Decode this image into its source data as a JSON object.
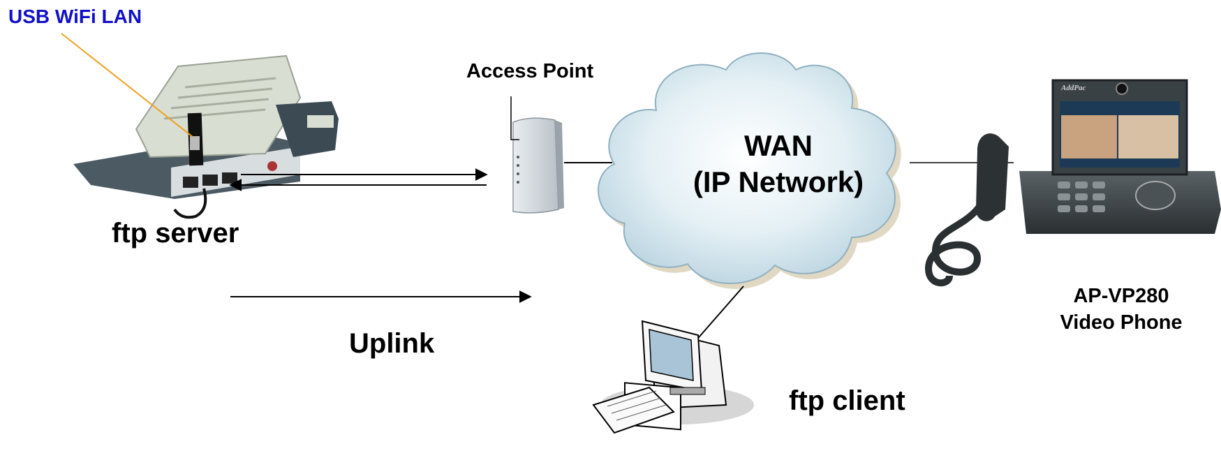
{
  "labels": {
    "usb_wifi_lan": "USB WiFi LAN",
    "access_point": "Access Point",
    "wan_line1": "WAN",
    "wan_line2": "(IP Network)",
    "ftp_server": "ftp server",
    "uplink": "Uplink",
    "ftp_client": "ftp client",
    "phone_line1": "AP-VP280",
    "phone_line2": "Video Phone",
    "phone_brand": "AddPac"
  },
  "colors": {
    "usb_label": "#1010c8",
    "usb_pointer": "#f0a020",
    "cloud_fill": "#dcebf2",
    "connector": "#000000"
  },
  "icons": [
    "pos-terminal-icon",
    "access-point-icon",
    "cloud-icon",
    "desktop-computer-icon",
    "video-phone-icon"
  ]
}
